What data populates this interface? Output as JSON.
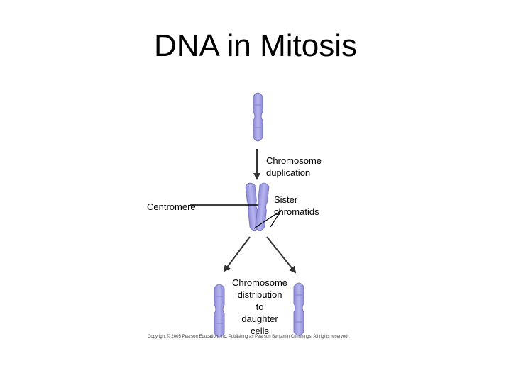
{
  "title": "DNA in Mitosis",
  "labels": {
    "duplication": "Chromosome\nduplication",
    "centromere": "Centromere",
    "sister": "Sister\nchromatids",
    "distribution": "Chromosome\ndistribution\nto\ndaughter\ncells"
  },
  "copyright": "Copyright © 2005 Pearson Education, Inc. Publishing as Pearson Benjamin Cummings. All rights reserved.",
  "colors": {
    "chromosome_fill": "#a09ee0",
    "chromosome_stroke": "#7b79c8",
    "arrow": "#333333"
  }
}
